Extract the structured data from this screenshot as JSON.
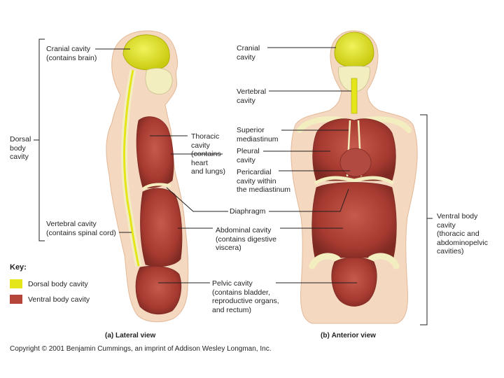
{
  "labels": {
    "cranial_left": "Cranial cavity\n(contains brain)",
    "dorsal": "Dorsal\nbody\ncavity",
    "vertebral_left": "Vertebral cavity\n(contains spinal cord)",
    "thoracic": "Thoracic\ncavity\n(contains\nheart\nand lungs)",
    "cranial_right": "Cranial\ncavity",
    "vertebral_right": "Vertebral\ncavity",
    "superior_mediastinum": "Superior\nmediastinum",
    "pleural": "Pleural\ncavity",
    "pericardial": "Pericardial\ncavity within\nthe mediastinum",
    "diaphragm": "Diaphragm",
    "abdominal": "Abdominal cavity\n(contains digestive\nviscera)",
    "pelvic": "Pelvic cavity\n(contains bladder,\nreproductive organs,\nand rectum)",
    "ventral": "Ventral body\ncavity\n(thoracic and\nabdominopelvic\ncavities)"
  },
  "captions": {
    "a_letter": "(a)",
    "a_text": "Lateral view",
    "b_letter": "(b)",
    "b_text": "Anterior view"
  },
  "key": {
    "title": "Key:",
    "dorsal": "Dorsal body cavity",
    "ventral": "Ventral body cavity",
    "dorsal_color": "#e4e619",
    "ventral_color": "#b5453b"
  },
  "copyright": "Copyright © 2001 Benjamin Cummings, an imprint of Addison Wesley Longman, Inc.",
  "colors": {
    "skin": "#f4d9c0",
    "skin_edge": "#e2b898",
    "bone": "#f3eec0",
    "dorsal": "#e4e619",
    "ventral": "#b5453b",
    "ventral_dark": "#7e2a23",
    "leader": "#231f20"
  }
}
